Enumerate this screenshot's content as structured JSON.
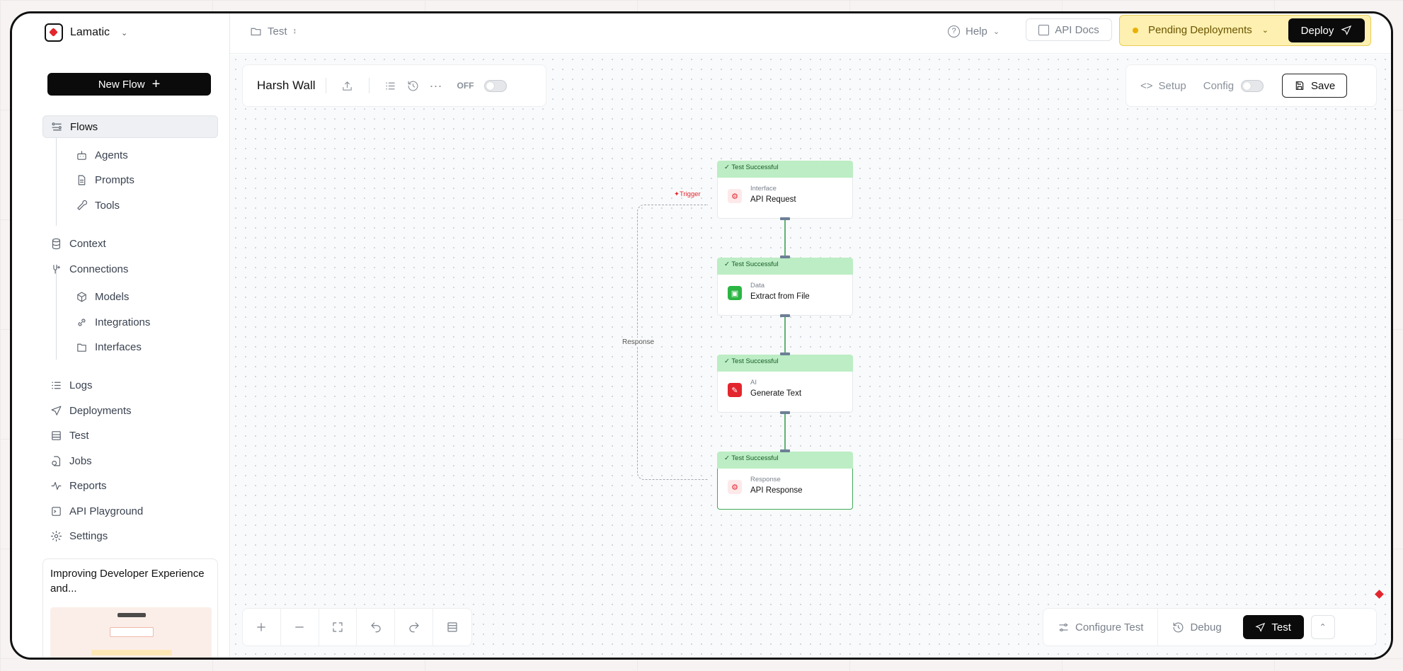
{
  "sidebar": {
    "brand": "Lamatic",
    "new_flow": "New Flow",
    "items": [
      {
        "label": "Flows"
      },
      {
        "label": "Agents"
      },
      {
        "label": "Prompts"
      },
      {
        "label": "Tools"
      },
      {
        "label": "Context"
      },
      {
        "label": "Connections"
      },
      {
        "label": "Models"
      },
      {
        "label": "Integrations"
      },
      {
        "label": "Interfaces"
      },
      {
        "label": "Logs"
      },
      {
        "label": "Deployments"
      },
      {
        "label": "Test"
      },
      {
        "label": "Jobs"
      },
      {
        "label": "Reports"
      },
      {
        "label": "API Playground"
      },
      {
        "label": "Settings"
      }
    ],
    "promo_title": "Improving Developer Experience and..."
  },
  "topbar": {
    "breadcrumb": "Test",
    "help": "Help",
    "api_docs": "API Docs",
    "pending": "Pending Deployments",
    "deploy": "Deploy"
  },
  "canvas": {
    "flow_title": "Harsh Wall",
    "toggle_state": "OFF",
    "setup": "Setup",
    "config": "Config",
    "save": "Save",
    "configure_test": "Configure Test",
    "debug": "Debug",
    "test": "Test",
    "trigger_label": "✦Trigger",
    "response_label": "Response",
    "nodes": [
      {
        "status": "✓ Test Successful",
        "type": "Interface",
        "name": "API Request",
        "icon_color": "#fde9ea"
      },
      {
        "status": "✓ Test Successful",
        "type": "Data",
        "name": "Extract from File",
        "icon_color": "#2bb543"
      },
      {
        "status": "✓ Test Successful",
        "type": "AI",
        "name": "Generate Text",
        "icon_color": "#e3262e"
      },
      {
        "status": "✓ Test Successful",
        "type": "Response",
        "name": "API Response",
        "icon_color": "#fde9ea"
      }
    ]
  },
  "colors": {
    "accent": "#0b0b0c",
    "pending_bg": "#fdf0b0",
    "success_bg": "#bcedc4",
    "brand_red": "#e3262e"
  }
}
